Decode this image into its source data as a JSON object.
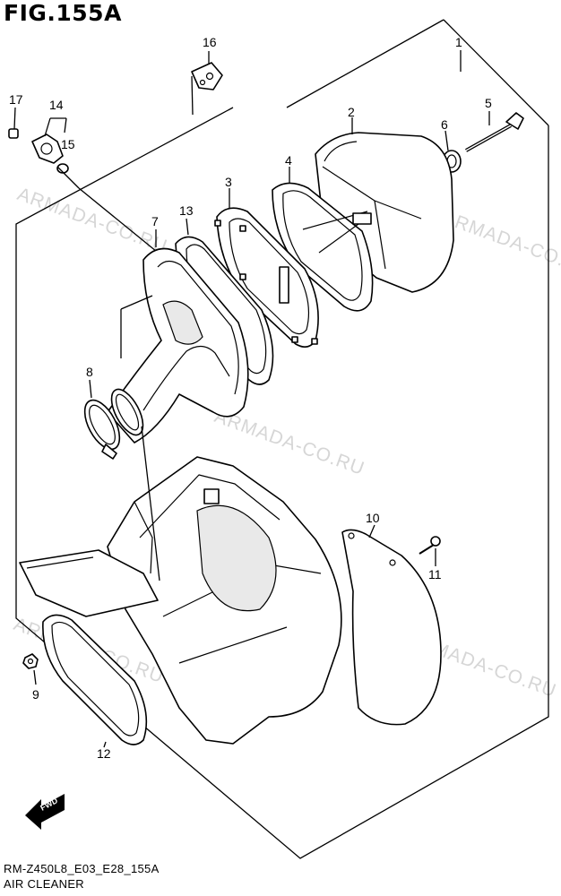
{
  "header": {
    "figure_title": "FIG.155A",
    "model_code": "RM-Z450L8_E03_E28_155A",
    "section_name": "AIR CLEANER"
  },
  "watermark": {
    "text": "ARMADA-CO.RU"
  },
  "fwd_badge": {
    "label": "FWD"
  },
  "callouts": [
    {
      "id": "1",
      "label": "1"
    },
    {
      "id": "2",
      "label": "2"
    },
    {
      "id": "3",
      "label": "3"
    },
    {
      "id": "4",
      "label": "4"
    },
    {
      "id": "5",
      "label": "5"
    },
    {
      "id": "6",
      "label": "6"
    },
    {
      "id": "7",
      "label": "7"
    },
    {
      "id": "8",
      "label": "8"
    },
    {
      "id": "9",
      "label": "9"
    },
    {
      "id": "10",
      "label": "10"
    },
    {
      "id": "11",
      "label": "11"
    },
    {
      "id": "12",
      "label": "12"
    },
    {
      "id": "13",
      "label": "13"
    },
    {
      "id": "14",
      "label": "14"
    },
    {
      "id": "15",
      "label": "15"
    },
    {
      "id": "16",
      "label": "16"
    },
    {
      "id": "17",
      "label": "17"
    }
  ]
}
